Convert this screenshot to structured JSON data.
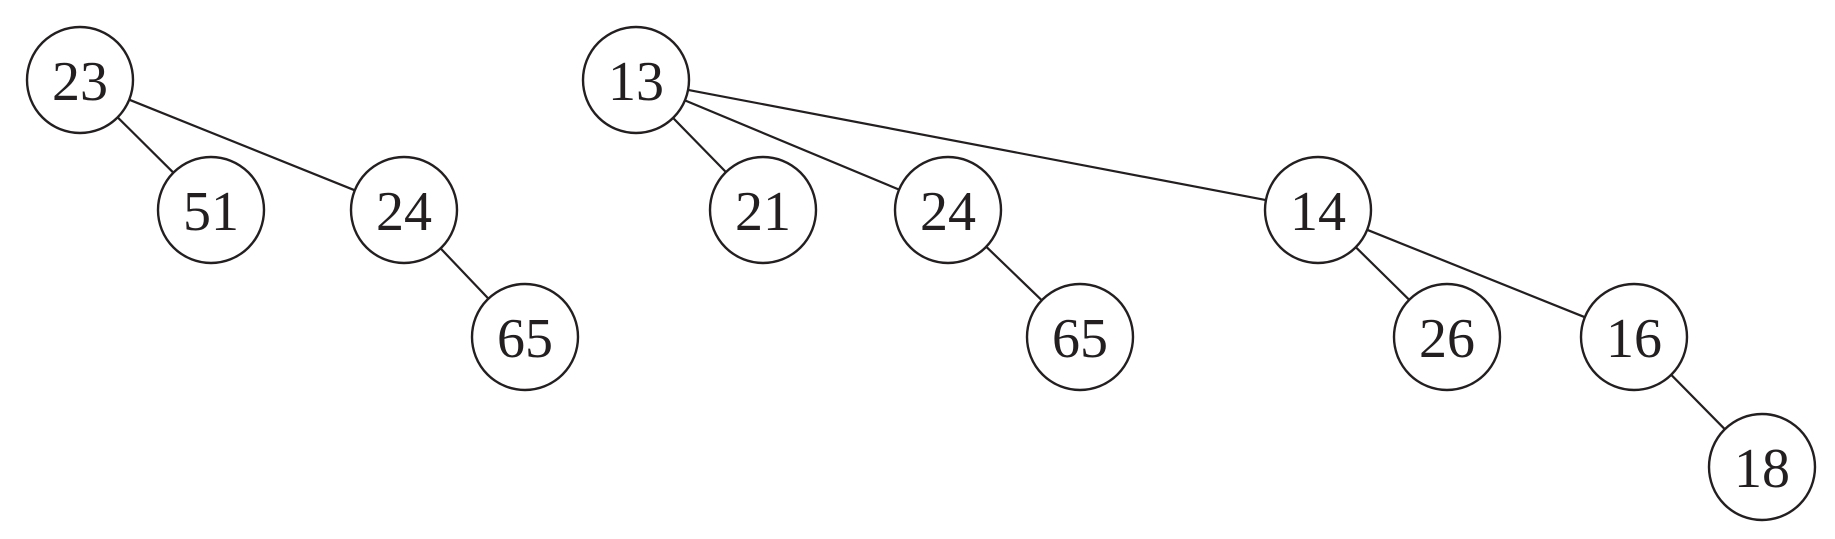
{
  "trees": [
    {
      "id": "left",
      "nodes": [
        {
          "id": "L23",
          "label": "23"
        },
        {
          "id": "L51",
          "label": "51"
        },
        {
          "id": "L24",
          "label": "24"
        },
        {
          "id": "L65",
          "label": "65"
        }
      ],
      "edges": [
        [
          "L23",
          "L51"
        ],
        [
          "L23",
          "L24"
        ],
        [
          "L24",
          "L65"
        ]
      ]
    },
    {
      "id": "right",
      "nodes": [
        {
          "id": "R13",
          "label": "13"
        },
        {
          "id": "R21",
          "label": "21"
        },
        {
          "id": "R24",
          "label": "24"
        },
        {
          "id": "R65",
          "label": "65"
        },
        {
          "id": "R14",
          "label": "14"
        },
        {
          "id": "R26",
          "label": "26"
        },
        {
          "id": "R16",
          "label": "16"
        },
        {
          "id": "R18",
          "label": "18"
        }
      ],
      "edges": [
        [
          "R13",
          "R21"
        ],
        [
          "R13",
          "R24"
        ],
        [
          "R13",
          "R14"
        ],
        [
          "R24",
          "R65"
        ],
        [
          "R14",
          "R26"
        ],
        [
          "R14",
          "R16"
        ],
        [
          "R16",
          "R18"
        ]
      ]
    }
  ]
}
